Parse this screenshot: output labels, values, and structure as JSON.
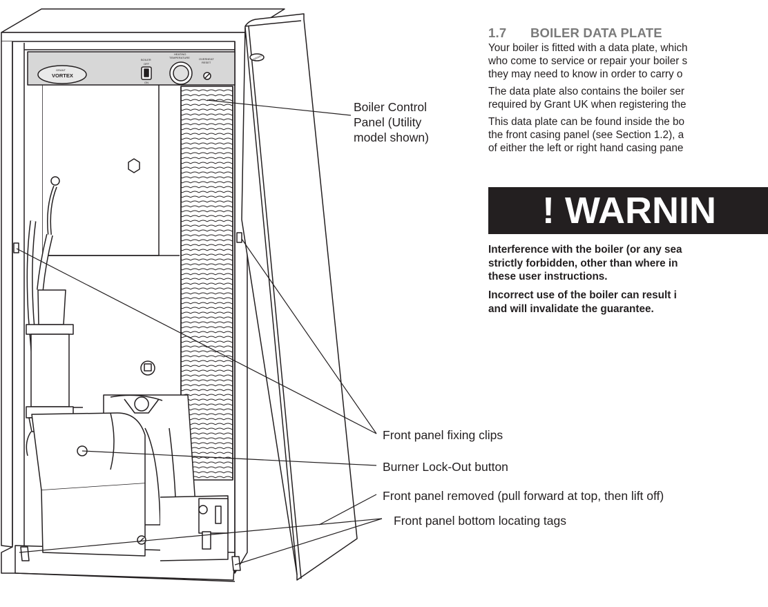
{
  "section": {
    "number": "1.7",
    "title": "BOILER DATA PLATE",
    "paragraphs": [
      [
        "Your boiler is fitted with a data plate, which",
        "who come to service or repair your boiler s",
        "they may need to know in order to carry o"
      ],
      [
        "The data plate also contains the boiler ser",
        "required by Grant UK when registering the"
      ],
      [
        "This data plate can be found inside the bo",
        "the front casing panel (see Section 1.2), a",
        "of either the left or right hand casing pane"
      ]
    ]
  },
  "warning": {
    "title": "! WARNIN",
    "paragraphs": [
      [
        "Interference with the boiler (or any sea",
        "strictly forbidden, other than where in",
        "these user instructions."
      ],
      [
        "Incorrect use of the boiler can result i",
        "and will invalidate the guarantee."
      ]
    ]
  },
  "callouts": {
    "control_panel": [
      "Boiler Control",
      "Panel (Utility",
      "model shown)"
    ],
    "fixing_clips": "Front panel fixing clips",
    "lockout": "Burner Lock-Out button",
    "panel_removed": "Front panel removed (pull forward at top, then lift off)",
    "locating_tags": "Front panel bottom locating tags"
  },
  "control_panel": {
    "brand_top": "GRANT",
    "brand": "VORTEX",
    "boiler_label": "BOILER",
    "off_label": "OFF",
    "on_label": "ON",
    "heating_label_1": "HEATING",
    "heating_label_2": "TEMPERATURE",
    "overheat_label_1": "OVERHEAT",
    "overheat_label_2": "RESET"
  },
  "panel_badge": "GRANT",
  "colors": {
    "ink": "#231f20",
    "panel_grey": "#d7d7d7",
    "heading_grey": "#7a7a7a",
    "warning_bg": "#231f20"
  }
}
